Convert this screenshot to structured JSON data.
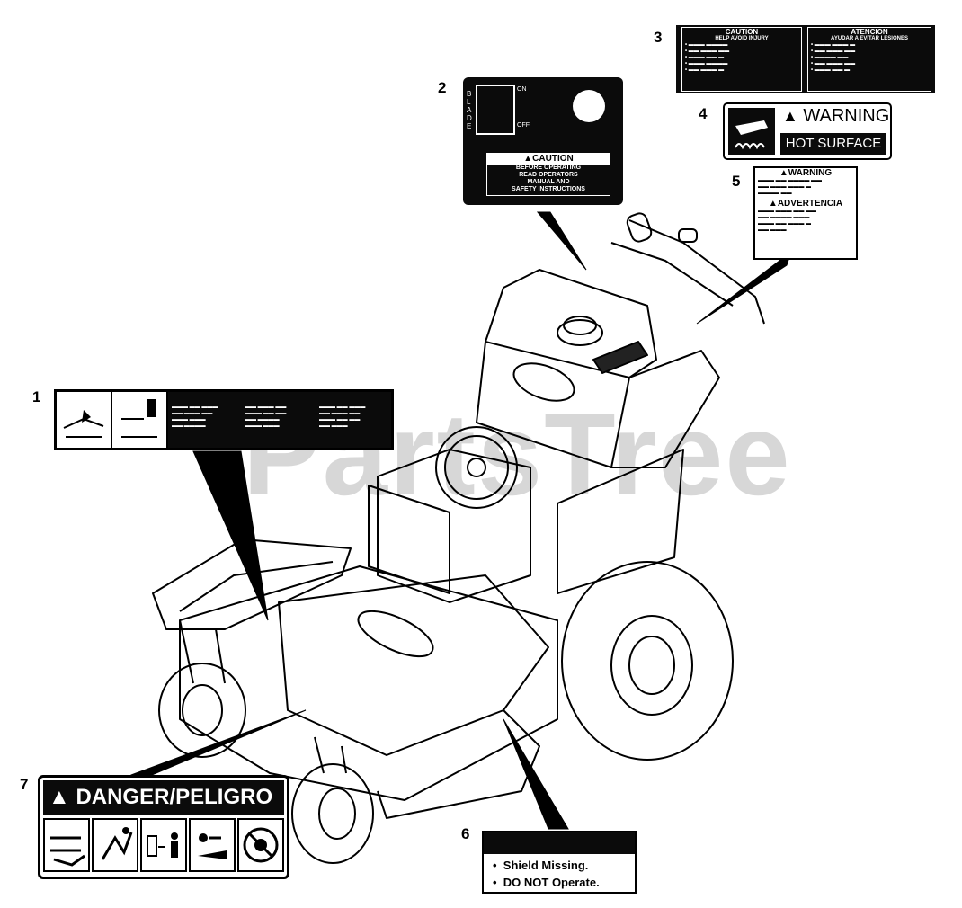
{
  "watermark": "PartsTree",
  "callouts": [
    "1",
    "2",
    "3",
    "4",
    "5",
    "6",
    "7"
  ],
  "decal2": {
    "blade": "BLADE",
    "on": "ON",
    "off": "OFF",
    "caution": "CAUTION",
    "line1": "BEFORE OPERATING",
    "line2": "READ OPERATORS",
    "line3": "MANUAL AND",
    "line4": "SAFETY INSTRUCTIONS"
  },
  "decal3": {
    "left_title": "CAUTION",
    "left_sub": "HELP AVOID INJURY",
    "right_title": "ATENCION",
    "right_sub": "AYUDAR A EVITAR LESIONES"
  },
  "decal4": {
    "warning": "WARNING",
    "hot": "HOT SURFACE"
  },
  "decal5": {
    "warning": "WARNING",
    "advertencia": "ADVERTENCIA"
  },
  "decal6": {
    "line1": "Shield Missing.",
    "line2": "DO NOT Operate."
  },
  "decal7": {
    "title": "DANGER/PELIGRO"
  },
  "icons": [
    "hand-icon",
    "cut-hazard-icon",
    "thrown-object-icon",
    "bystander-icon",
    "key-removal-icon",
    "no-entry-icon",
    "warning-triangle-icon"
  ]
}
